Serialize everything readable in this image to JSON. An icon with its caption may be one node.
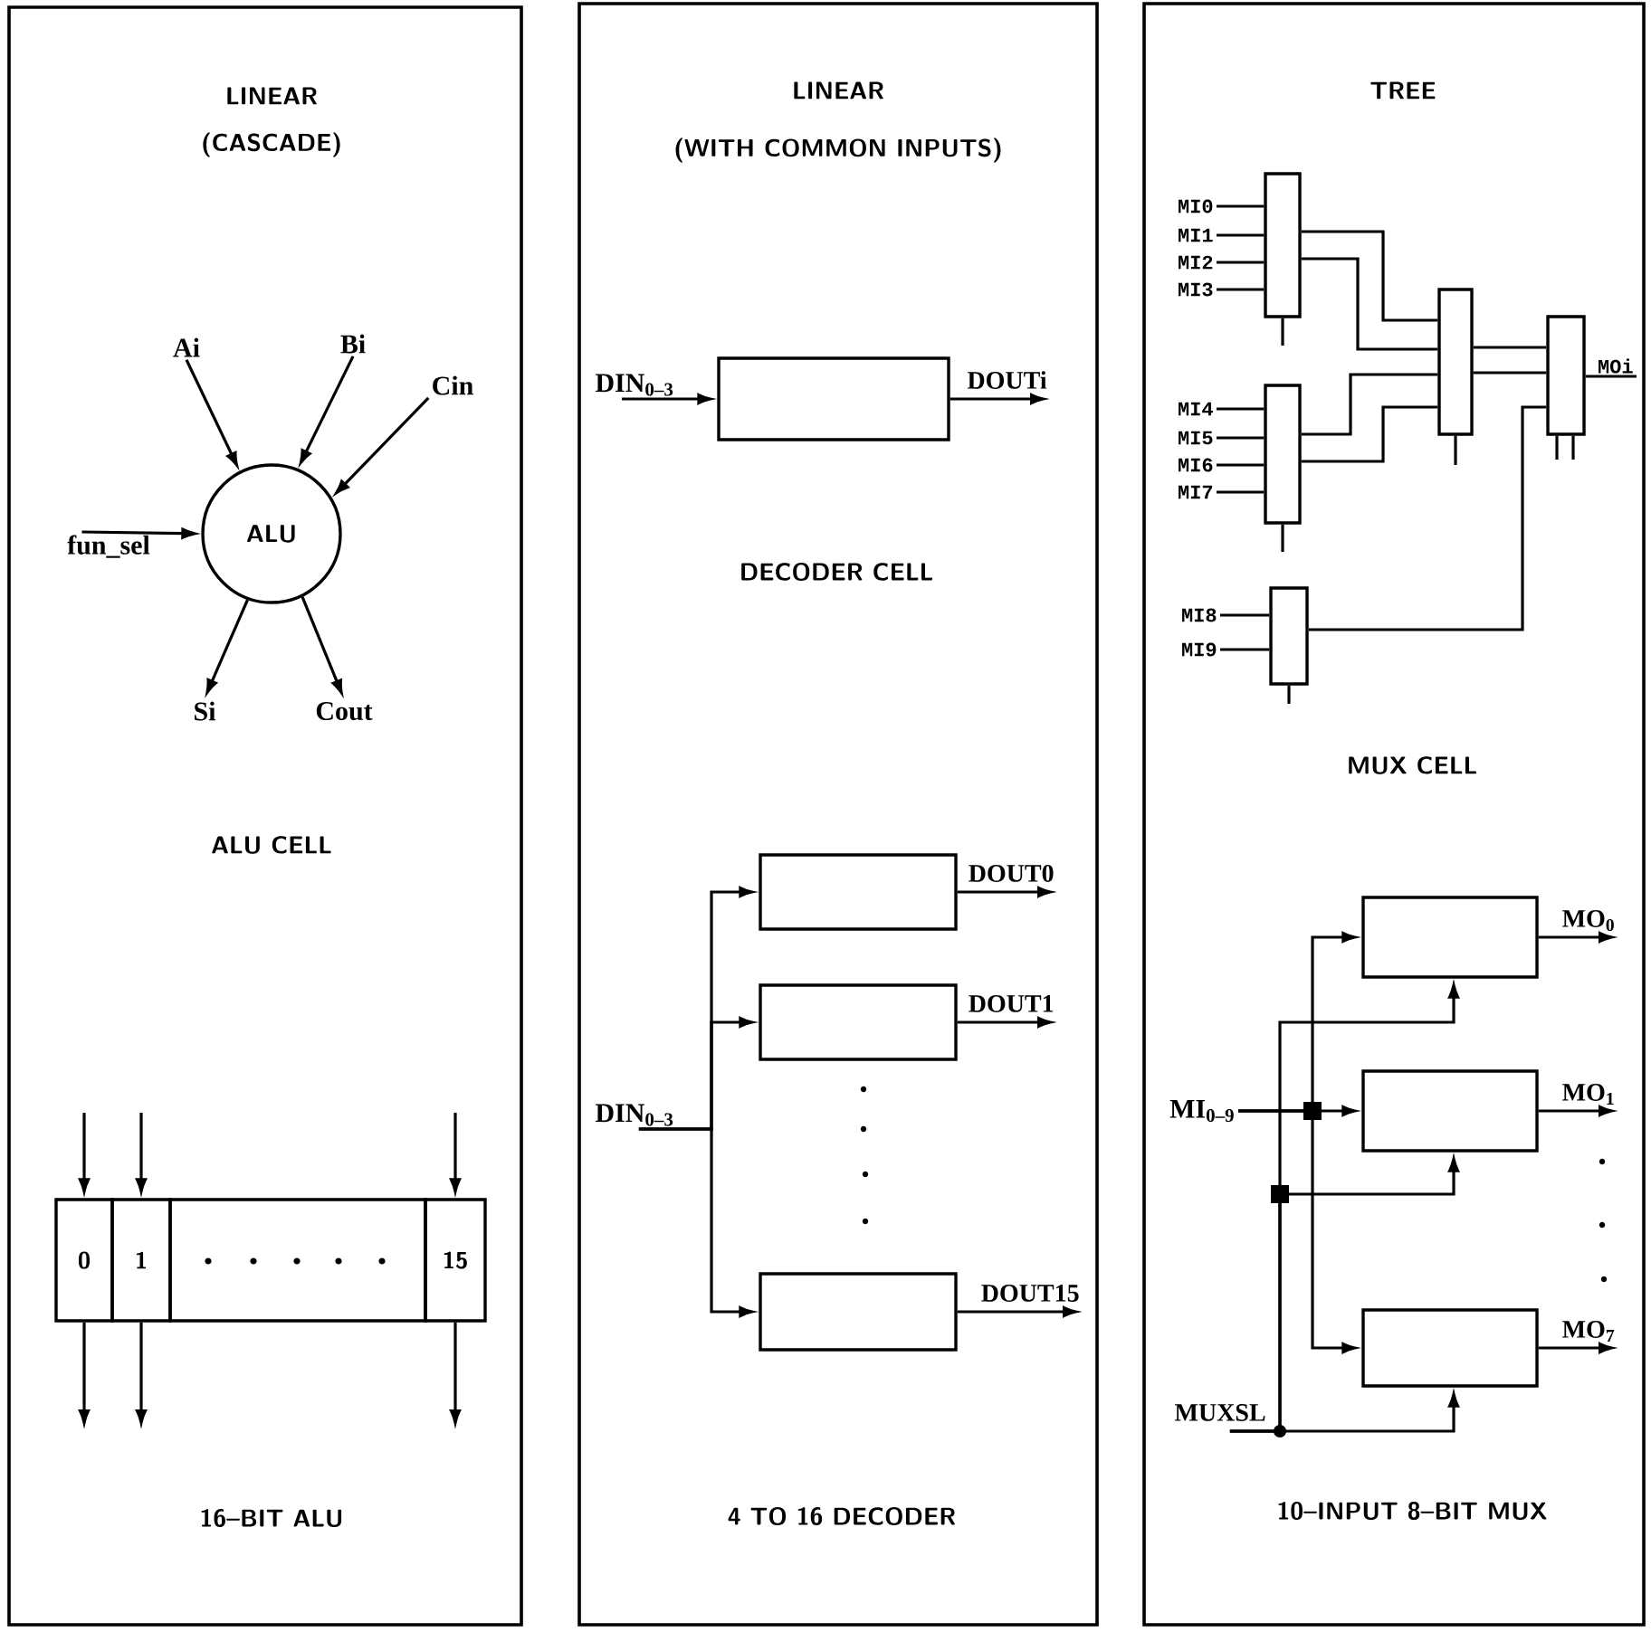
{
  "diagram": {
    "nodes": [
      {
        "text": [
          "LINEAR",
          "(CASCADE)",
          "ALU CELL",
          "16–BIT ALU"
        ]
      },
      {
        "text": [
          "LINEAR",
          "(WITH COMMON INPUTS)",
          "DECODER CELL",
          "4 TO 16 DECODER"
        ]
      },
      {
        "text": [
          "TREE",
          "MUX CELL",
          "10–INPUT 8–BIT MUX"
        ]
      },
      {
        "text": [
          "ALU"
        ],
        "in": 0
      },
      {
        "text": [
          "Ai"
        ],
        "in": 0
      },
      {
        "text": [
          "Bi"
        ],
        "in": 0
      },
      {
        "text": [
          "Cin"
        ],
        "in": 0
      },
      {
        "text": [
          "fun_sel"
        ],
        "in": 0
      },
      {
        "text": [
          "Si"
        ],
        "in": 0
      },
      {
        "text": [
          "Cout"
        ],
        "in": 0
      },
      {
        "text": [
          "0"
        ],
        "in": 0
      },
      {
        "text": [
          "1"
        ],
        "in": 0
      },
      {
        "text": [],
        "shape": "box",
        "in": 0
      },
      {
        "text": [
          "15"
        ],
        "in": 0
      },
      {
        "text": [
          "DIN$_{0–3}$"
        ],
        "in": 1
      },
      {
        "text": [],
        "shape": "box",
        "in": 1
      },
      {
        "text": [
          "DOUTi"
        ],
        "in": 1
      },
      {
        "text": [
          "DIN$_{0–3}$"
        ],
        "in": 1
      },
      {
        "text": [],
        "shape": "box",
        "in": 1
      },
      {
        "text": [],
        "shape": "box",
        "in": 1
      },
      {
        "text": [],
        "shape": "box",
        "in": 1
      },
      {
        "text": [
          "DOUT0"
        ],
        "in": 1
      },
      {
        "text": [
          "DOUT1"
        ],
        "in": 1
      },
      {
        "text": [
          "DOUT15"
        ],
        "in": 1
      },
      {
        "text": [
          "MI0"
        ],
        "in": 2
      },
      {
        "text": [
          "MI1"
        ],
        "in": 2
      },
      {
        "text": [
          "MI2"
        ],
        "in": 2
      },
      {
        "text": [
          "MI3"
        ],
        "in": 2
      },
      {
        "text": [],
        "shape": "box",
        "in": 2
      },
      {
        "text": [
          "MI4"
        ],
        "in": 2
      },
      {
        "text": [
          "MI5"
        ],
        "in": 2
      },
      {
        "text": [
          "MI6"
        ],
        "in": 2
      },
      {
        "text": [
          "MI7"
        ],
        "in": 2
      },
      {
        "text": [],
        "shape": "box",
        "in": 2
      },
      {
        "text": [],
        "shape": "box",
        "in": 2
      },
      {
        "text": [],
        "shape": "box",
        "in": 2
      },
      {
        "text": [
          "MOi"
        ],
        "in": 2
      },
      {
        "text": [
          "MI8"
        ],
        "in": 2
      },
      {
        "text": [
          "MI9"
        ],
        "in": 2
      },
      {
        "text": [],
        "shape": "box",
        "in": 2
      },
      {
        "text": [
          "MI$_{0–9}$"
        ],
        "in": 2
      },
      {
        "text": [],
        "shape": "box",
        "in": 2
      },
      {
        "text": [],
        "shape": "box",
        "in": 2
      },
      {
        "text": [],
        "shape": "box",
        "in": 2
      },
      {
        "text": [
          "MO$_{0}$"
        ],
        "in": 2
      },
      {
        "text": [
          "MO$_{1}$"
        ],
        "in": 2
      },
      {
        "text": [
          "MO$_{7}$"
        ],
        "in": 2
      },
      {
        "text": [
          "MUXSL"
        ],
        "in": 2
      }
    ],
    "edges": [
      {
        "from": 4,
        "to": 3,
        "arrow": "to"
      },
      {
        "from": 5,
        "to": 3,
        "arrow": "to"
      },
      {
        "from": 6,
        "to": 3,
        "arrow": "to"
      },
      {
        "from": 7,
        "to": 3,
        "arrow": "to"
      },
      {
        "from": 3,
        "to": 8,
        "arrow": "to"
      },
      {
        "from": 3,
        "to": 9,
        "arrow": "to"
      },
      {
        "from": null,
        "to": 10,
        "arrow": "to"
      },
      {
        "from": null,
        "to": 11,
        "arrow": "to"
      },
      {
        "from": null,
        "to": 13,
        "arrow": "to"
      },
      {
        "from": 10,
        "to": null,
        "arrow": "to"
      },
      {
        "from": 11,
        "to": null,
        "arrow": "to"
      },
      {
        "from": 13,
        "to": null,
        "arrow": "to"
      },
      {
        "from": 14,
        "to": 15,
        "arrow": "to"
      },
      {
        "from": 15,
        "to": 16,
        "arrow": "to"
      },
      {
        "from": 17,
        "to": 18,
        "arrow": "to"
      },
      {
        "from": 17,
        "to": 19,
        "arrow": "to"
      },
      {
        "from": 17,
        "to": 20,
        "arrow": "to"
      },
      {
        "from": 18,
        "to": 21,
        "arrow": "to"
      },
      {
        "from": 19,
        "to": 22,
        "arrow": "to"
      },
      {
        "from": 20,
        "to": 23,
        "arrow": "to"
      },
      {
        "from": 24,
        "to": 28,
        "arrow": "none"
      },
      {
        "from": 25,
        "to": 28,
        "arrow": "none"
      },
      {
        "from": 26,
        "to": 28,
        "arrow": "none"
      },
      {
        "from": 27,
        "to": 28,
        "arrow": "none"
      },
      {
        "from": 29,
        "to": 33,
        "arrow": "none"
      },
      {
        "from": 30,
        "to": 33,
        "arrow": "none"
      },
      {
        "from": 31,
        "to": 33,
        "arrow": "none"
      },
      {
        "from": 32,
        "to": 33,
        "arrow": "none"
      },
      {
        "from": 28,
        "to": 34,
        "arrow": "none"
      },
      {
        "from": 28,
        "to": 34,
        "arrow": "none"
      },
      {
        "from": 33,
        "to": 34,
        "arrow": "none"
      },
      {
        "from": 33,
        "to": 34,
        "arrow": "none"
      },
      {
        "from": 34,
        "to": 35,
        "arrow": "none"
      },
      {
        "from": 34,
        "to": 35,
        "arrow": "none"
      },
      {
        "from": 37,
        "to": 39,
        "arrow": "none"
      },
      {
        "from": 38,
        "to": 39,
        "arrow": "none"
      },
      {
        "from": 39,
        "to": 35,
        "arrow": "none"
      },
      {
        "from": 35,
        "to": 36,
        "arrow": "none"
      },
      {
        "from": null,
        "to": 28,
        "arrow": "none"
      },
      {
        "from": null,
        "to": 33,
        "arrow": "none"
      },
      {
        "from": null,
        "to": 34,
        "arrow": "none"
      },
      {
        "from": null,
        "to": 35,
        "arrow": "none"
      },
      {
        "from": null,
        "to": 35,
        "arrow": "none"
      },
      {
        "from": null,
        "to": 39,
        "arrow": "none"
      },
      {
        "from": 40,
        "to": 41,
        "arrow": "to"
      },
      {
        "from": 40,
        "to": 42,
        "arrow": "to"
      },
      {
        "from": 40,
        "to": 43,
        "arrow": "to"
      },
      {
        "from": 47,
        "to": 41,
        "arrow": "to"
      },
      {
        "from": 47,
        "to": 42,
        "arrow": "to"
      },
      {
        "from": 47,
        "to": 43,
        "arrow": "to"
      },
      {
        "from": 41,
        "to": 44,
        "arrow": "to"
      },
      {
        "from": 42,
        "to": 45,
        "arrow": "to"
      },
      {
        "from": 43,
        "to": 46,
        "arrow": "to"
      }
    ]
  }
}
